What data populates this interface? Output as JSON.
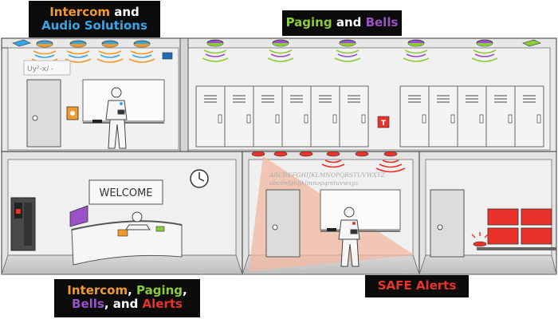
{
  "labels": {
    "top_left": {
      "line1": [
        {
          "text": "Intercom",
          "color": "#f39a2c"
        },
        {
          "text": " and",
          "color": "#ffffff"
        }
      ],
      "line2": [
        {
          "text": "Audio Solutions",
          "color": "#35a6e6"
        }
      ]
    },
    "top_center": {
      "line1": [
        {
          "text": "Paging",
          "color": "#8ccc3a"
        },
        {
          "text": " and ",
          "color": "#ffffff"
        },
        {
          "text": "Bells",
          "color": "#9b52c8"
        }
      ]
    },
    "bottom_left": {
      "line1": [
        {
          "text": "Intercom",
          "color": "#f39a2c"
        },
        {
          "text": ", ",
          "color": "#ffffff"
        },
        {
          "text": "Paging",
          "color": "#8ccc3a"
        },
        {
          "text": ",",
          "color": "#ffffff"
        }
      ],
      "line2": [
        {
          "text": "Bells",
          "color": "#9b52c8"
        },
        {
          "text": ", and ",
          "color": "#ffffff"
        },
        {
          "text": "Alerts",
          "color": "#e8322a"
        }
      ]
    },
    "bottom_right": {
      "line1": [
        {
          "text": "SAFE Alerts",
          "color": "#e8322a"
        }
      ]
    }
  },
  "scene_text": {
    "welcome_sign": "WELCOME",
    "board_text": "Uy²-x/ -",
    "alphabet_upper": "ABCDEFGHIJKLMNOPQRSTUVWXYZ",
    "alphabet_lower": "abcdefghijklmnopqrstuvwxyz"
  },
  "colors": {
    "intercom": "#f39a2c",
    "audio": "#35a6e6",
    "paging": "#8ccc3a",
    "bells": "#9b52c8",
    "alerts": "#e8322a",
    "wall": "#e6e6e6",
    "outline": "#444444"
  }
}
